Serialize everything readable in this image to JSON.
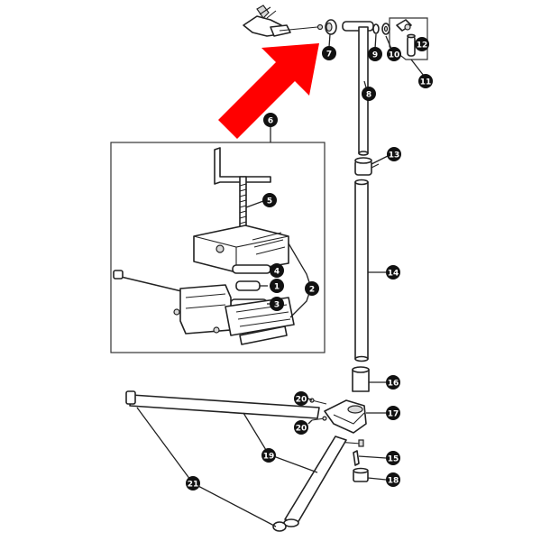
{
  "callouts": [
    {
      "id": "1",
      "text": "1"
    },
    {
      "id": "2",
      "text": "2"
    },
    {
      "id": "3",
      "text": "3"
    },
    {
      "id": "4",
      "text": "4"
    },
    {
      "id": "5",
      "text": "5"
    },
    {
      "id": "6",
      "text": "6"
    },
    {
      "id": "7",
      "text": "7"
    },
    {
      "id": "8",
      "text": "8"
    },
    {
      "id": "9",
      "text": "9"
    },
    {
      "id": "10",
      "text": "10"
    },
    {
      "id": "11",
      "text": "11"
    },
    {
      "id": "12",
      "text": "12"
    },
    {
      "id": "13",
      "text": "13"
    },
    {
      "id": "14",
      "text": "14"
    },
    {
      "id": "15",
      "text": "15"
    },
    {
      "id": "16",
      "text": "16"
    },
    {
      "id": "17",
      "text": "17"
    },
    {
      "id": "18",
      "text": "18"
    },
    {
      "id": "19",
      "text": "19"
    },
    {
      "id": "20a",
      "text": "20"
    },
    {
      "id": "20b",
      "text": "20"
    },
    {
      "id": "21",
      "text": "21"
    }
  ],
  "colors": {
    "arrow": "#ff0000",
    "label_fill": "#111111",
    "line": "#222222"
  }
}
